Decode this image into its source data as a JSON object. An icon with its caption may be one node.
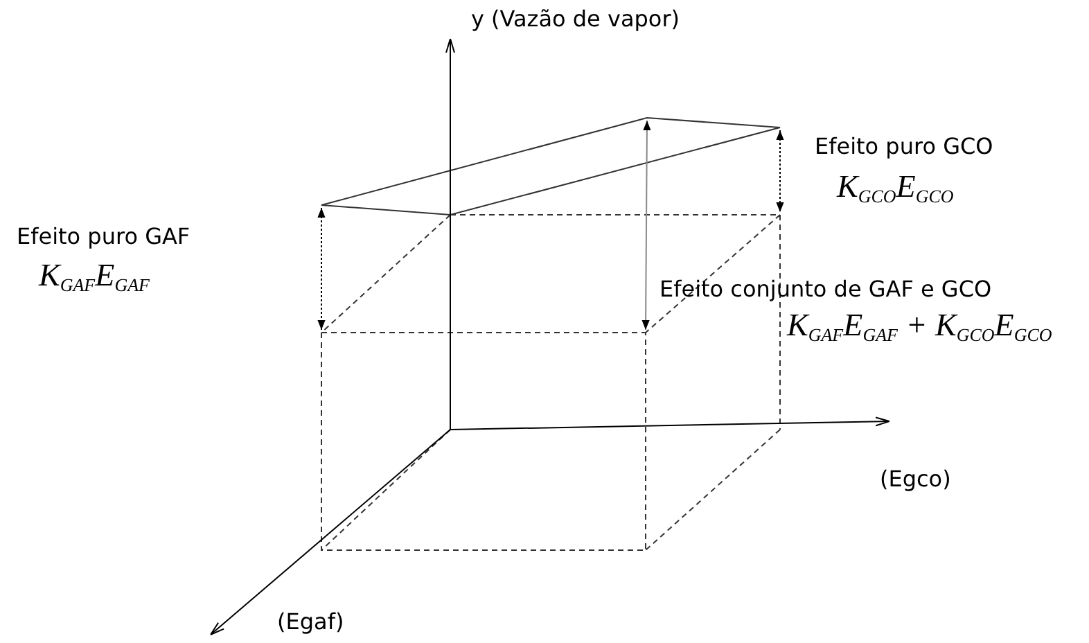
{
  "diagram": {
    "labels": [
      "y (Vazão de vapor)",
      "Efeito puro GCO",
      "K$_{GCO}$E$_{GCO}$",
      "Efeito puro GAF",
      "K$_{GAF}$E$_{GAF}$",
      "Efeito conjunto de GAF e GCO",
      "K$_{GAF}$E$_{GAF}$ + K$_{GCO}$E$_{GCO}$",
      "(Egco)",
      "(Egaf)"
    ]
  }
}
